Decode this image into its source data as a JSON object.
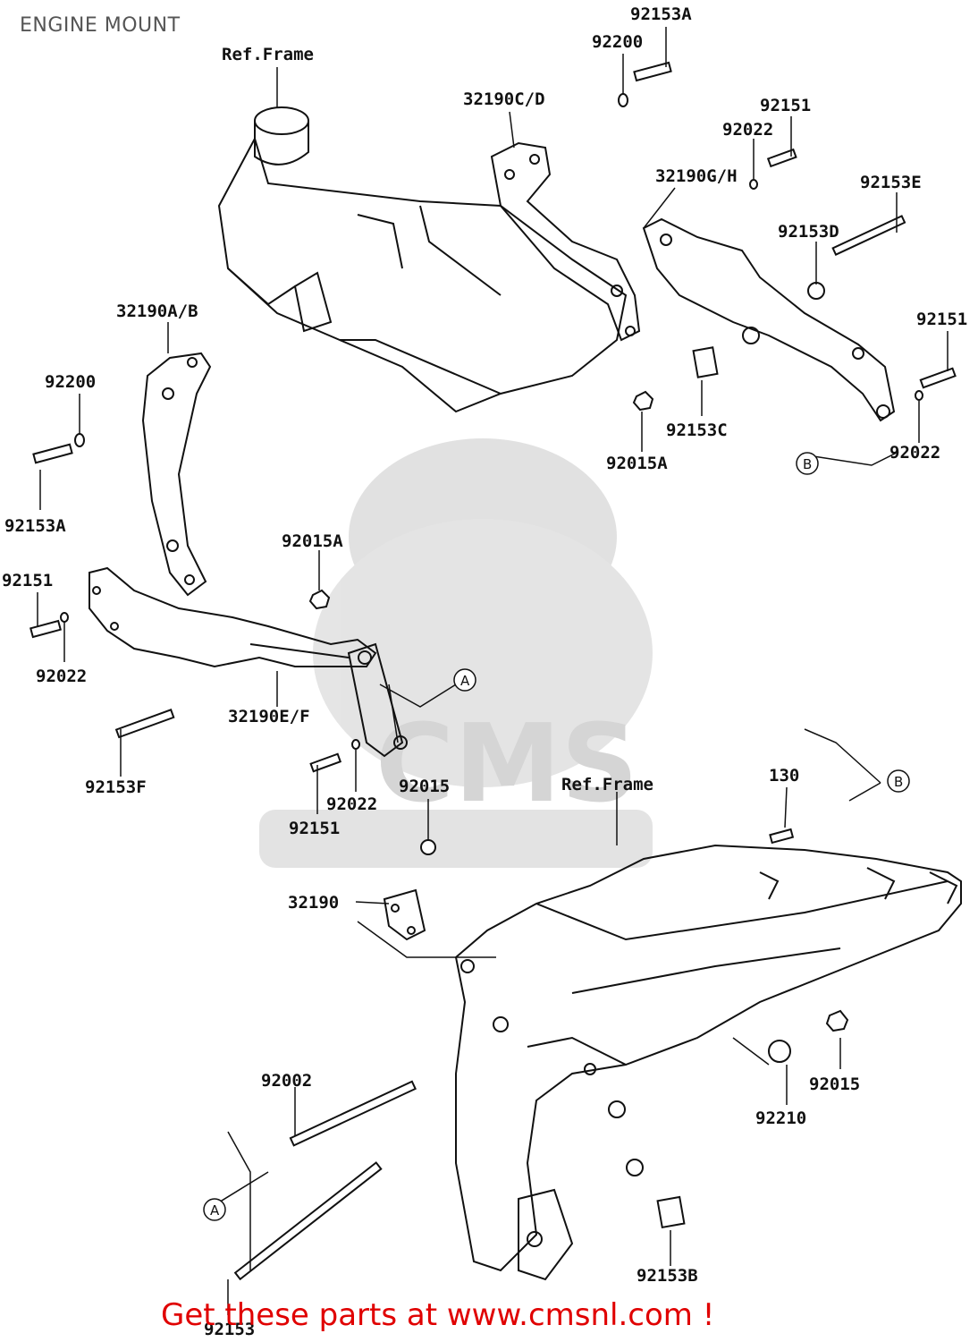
{
  "title": "ENGINE MOUNT",
  "footer": "Get these parts at www.cmsnl.com !",
  "watermark": {
    "logo_text": "CMS",
    "color": "#9a9a9a"
  },
  "references": [
    "Ref.Frame",
    "Ref.Frame"
  ],
  "callouts": [
    "A",
    "A",
    "B",
    "B"
  ],
  "parts": [
    "92153A",
    "92200",
    "Ref.Frame",
    "32190C/D",
    "92151",
    "92022",
    "32190G/H",
    "92153E",
    "92153D",
    "92151",
    "32190A/B",
    "92200",
    "92153C",
    "92015A",
    "92022",
    "92153A",
    "92015A",
    "92151",
    "92022",
    "32190E/F",
    "92153F",
    "92022",
    "92151",
    "92015",
    "130",
    "32190",
    "92002",
    "92015",
    "92210",
    "92153B",
    "92153"
  ]
}
